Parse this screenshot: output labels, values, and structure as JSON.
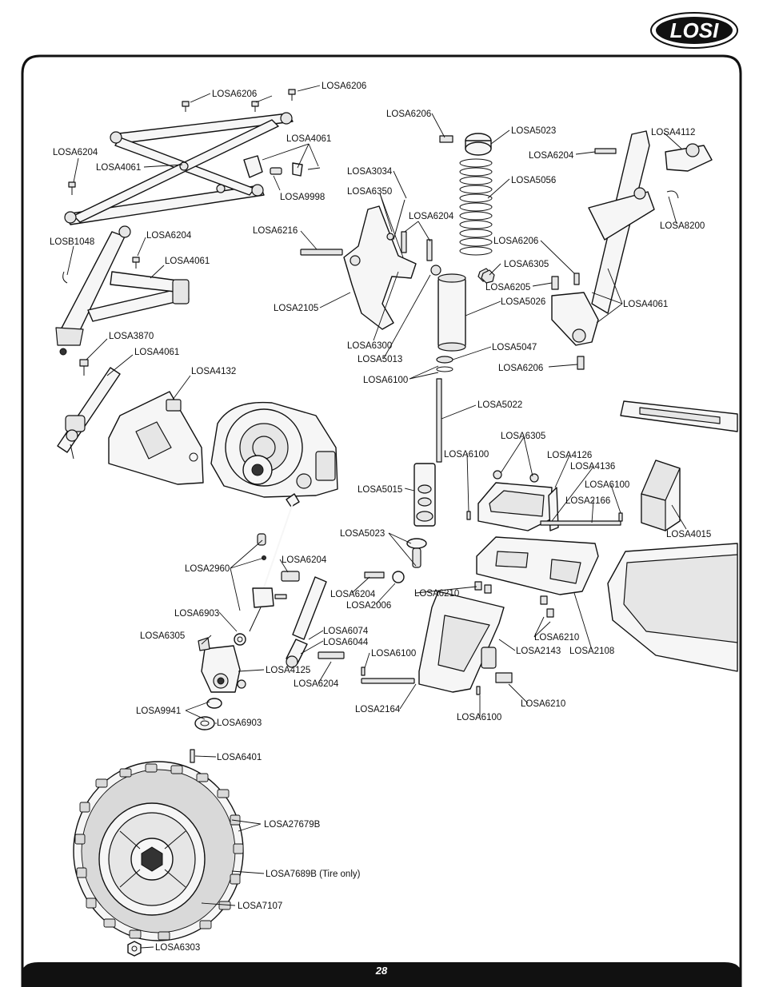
{
  "page": {
    "number": "28"
  },
  "brand": {
    "logo_text": "LOSI"
  },
  "parts": [
    {
      "label": "LOSA6206"
    },
    {
      "label": "LOSA6206"
    },
    {
      "label": "LOSA6204"
    },
    {
      "label": "LOSA4061"
    },
    {
      "label": "LOSA4061"
    },
    {
      "label": "LOSA9998"
    },
    {
      "label": "LOSB1048"
    },
    {
      "label": "LOSA6204"
    },
    {
      "label": "LOSA4061"
    },
    {
      "label": "LOSA3870"
    },
    {
      "label": "LOSA4061"
    },
    {
      "label": "LOSA4132"
    },
    {
      "label": "LOSA6206"
    },
    {
      "label": "LOSA5023"
    },
    {
      "label": "LOSA5056"
    },
    {
      "label": "LOSA3034"
    },
    {
      "label": "LOSA6350"
    },
    {
      "label": "LOSA6204"
    },
    {
      "label": "LOSA6216"
    },
    {
      "label": "LOSA2105"
    },
    {
      "label": "LOSA6300"
    },
    {
      "label": "LOSA5013"
    },
    {
      "label": "LOSA6100"
    },
    {
      "label": "LOSA5026"
    },
    {
      "label": "LOSA5047"
    },
    {
      "label": "LOSA6206"
    },
    {
      "label": "LOSA6305"
    },
    {
      "label": "LOSA6205"
    },
    {
      "label": "LOSA6206"
    },
    {
      "label": "LOSA4112"
    },
    {
      "label": "LOSA6204"
    },
    {
      "label": "LOSA8200"
    },
    {
      "label": "LOSA4061"
    },
    {
      "label": "LOSA5022"
    },
    {
      "label": "LOSA6305"
    },
    {
      "label": "LOSA6100"
    },
    {
      "label": "LOSA4126"
    },
    {
      "label": "LOSA4136"
    },
    {
      "label": "LOSA6100"
    },
    {
      "label": "LOSA2166"
    },
    {
      "label": "LOSA4015"
    },
    {
      "label": "LOSA5015"
    },
    {
      "label": "LOSA5023"
    },
    {
      "label": "LOSA2960"
    },
    {
      "label": "LOSA6204"
    },
    {
      "label": "LOSA6204"
    },
    {
      "label": "LOSA2006"
    },
    {
      "label": "LOSA6210"
    },
    {
      "label": "LOSA6903"
    },
    {
      "label": "LOSA6074"
    },
    {
      "label": "LOSA6044"
    },
    {
      "label": "LOSA6305"
    },
    {
      "label": "LOSA6100"
    },
    {
      "label": "LOSA4125"
    },
    {
      "label": "LOSA6204"
    },
    {
      "label": "LOSA2143"
    },
    {
      "label": "LOSA6210"
    },
    {
      "label": "LOSA2108"
    },
    {
      "label": "LOSA2164"
    },
    {
      "label": "LOSA6100"
    },
    {
      "label": "LOSA6210"
    },
    {
      "label": "LOSA9941"
    },
    {
      "label": "LOSA6903"
    },
    {
      "label": "LOSA6401"
    },
    {
      "label": "LOSA27679B"
    },
    {
      "label": "LOSA7689B (Tire only)"
    },
    {
      "label": "LOSA7107"
    },
    {
      "label": "LOSA6303"
    }
  ]
}
